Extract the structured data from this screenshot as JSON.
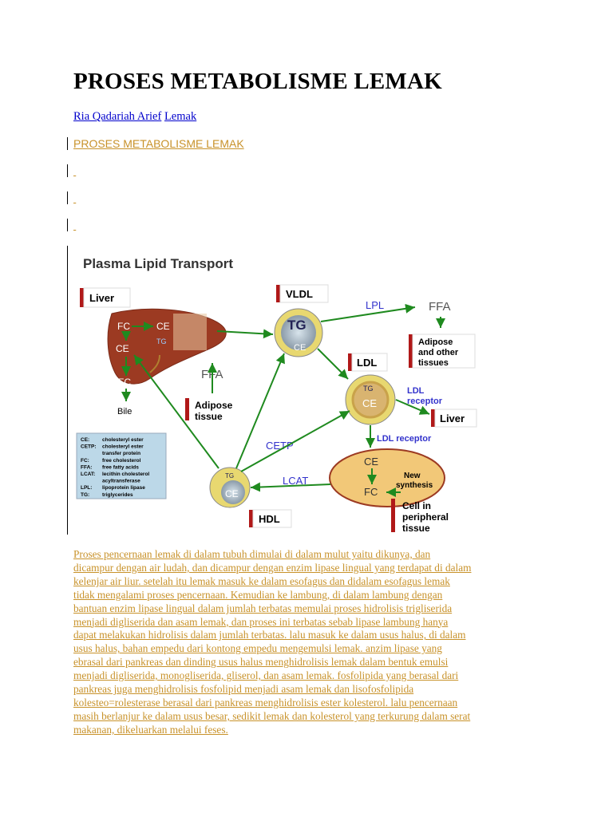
{
  "title": "PROSES METABOLISME LEMAK",
  "byline": {
    "author": "Ria Qadariah Arief",
    "category": "Lemak"
  },
  "heading_link": "PROSES METABOLISME LEMAK",
  "figure": {
    "title": "Plasma Lipid Transport",
    "labels": {
      "liver": "Liver",
      "vldl": "VLDL",
      "lpl": "LPL",
      "ffa_top": "FFA",
      "adipose_other": [
        "Adipose",
        "and other",
        "tissues"
      ],
      "ldl": "LDL",
      "ldl_receptor_a": [
        "LDL",
        "receptor"
      ],
      "liver2": "Liver",
      "ldl_receptor_b": "LDL receptor",
      "ffa_mid": "FFA",
      "adipose_tissue": [
        "Adipose",
        "tissue"
      ],
      "bile": "Bile",
      "cetp": "CETP",
      "lcat": "LCAT",
      "hdl": "HDL",
      "cell_peripheral": [
        "Cell in",
        "peripheral",
        "tissue"
      ],
      "new_synthesis": [
        "New",
        "synthesis"
      ],
      "fc": "FC",
      "ce": "CE",
      "tg": "TG"
    },
    "legend": [
      {
        "abbr": "CE:",
        "desc": "cholesteryl ester"
      },
      {
        "abbr": "CETP:",
        "desc": "cholesteryl ester"
      },
      {
        "abbr": "",
        "desc": "transfer protein"
      },
      {
        "abbr": "FC:",
        "desc": "free cholesterol"
      },
      {
        "abbr": "FFA:",
        "desc": "free fatty acids"
      },
      {
        "abbr": "LCAT:",
        "desc": "lecithin cholesterol"
      },
      {
        "abbr": "",
        "desc": "acyltransferase"
      },
      {
        "abbr": "LPL:",
        "desc": "lipoprotein lipase"
      },
      {
        "abbr": "TG:",
        "desc": "triglycerides"
      }
    ]
  },
  "body_lines": [
    "Proses pencernaan lemak di dalam tubuh dimulai di dalam mulut yaitu dikunya, dan",
    "dicampur dengan air ludah, dan dicampur dengan enzim lipase lingual yang terdapat di dalam",
    "kelenjar air liur. setelah itu lemak masuk ke dalam esofagus dan didalam esofagus lemak",
    "tidak mengalami proses pencernaan. Kemudian ke lambung, di dalam lambung dengan",
    "bantuan enzim lipase lingual dalam jumlah terbatas memulai proses hidrolisis trigliserida",
    "menjadi digliserida dan asam lemak, dan proses ini terbatas sebab lipase lambung hanya",
    "dapat melakukan hidrolisis dalam jumlah terbatas. lalu masuk ke dalam usus halus, di dalam",
    "usus halus, bahan empedu dari kontong empedu mengemulsi lemak. anzim lipase yang",
    "ebrasal dari pankreas dan dinding usus halus menghidrolisis lemak dalam bentuk emulsi",
    "menjadi digliserida, monogliserida, gliserol, dan asam lemak. fosfolipida yang berasal dari",
    "pankreas juga menghidrolisis fosfolipid menjadi asam lemak dan lisofosfolipida",
    "kolesteo=rolesterase berasal dari pankreas menghidrolisis ester kolesterol. lalu pencernaan",
    "masih berlanjur ke dalam usus besar, sedikit lemak dan kolesterol yang terkurung dalam serat",
    "makanan, dikeluarkan melalui feses."
  ]
}
